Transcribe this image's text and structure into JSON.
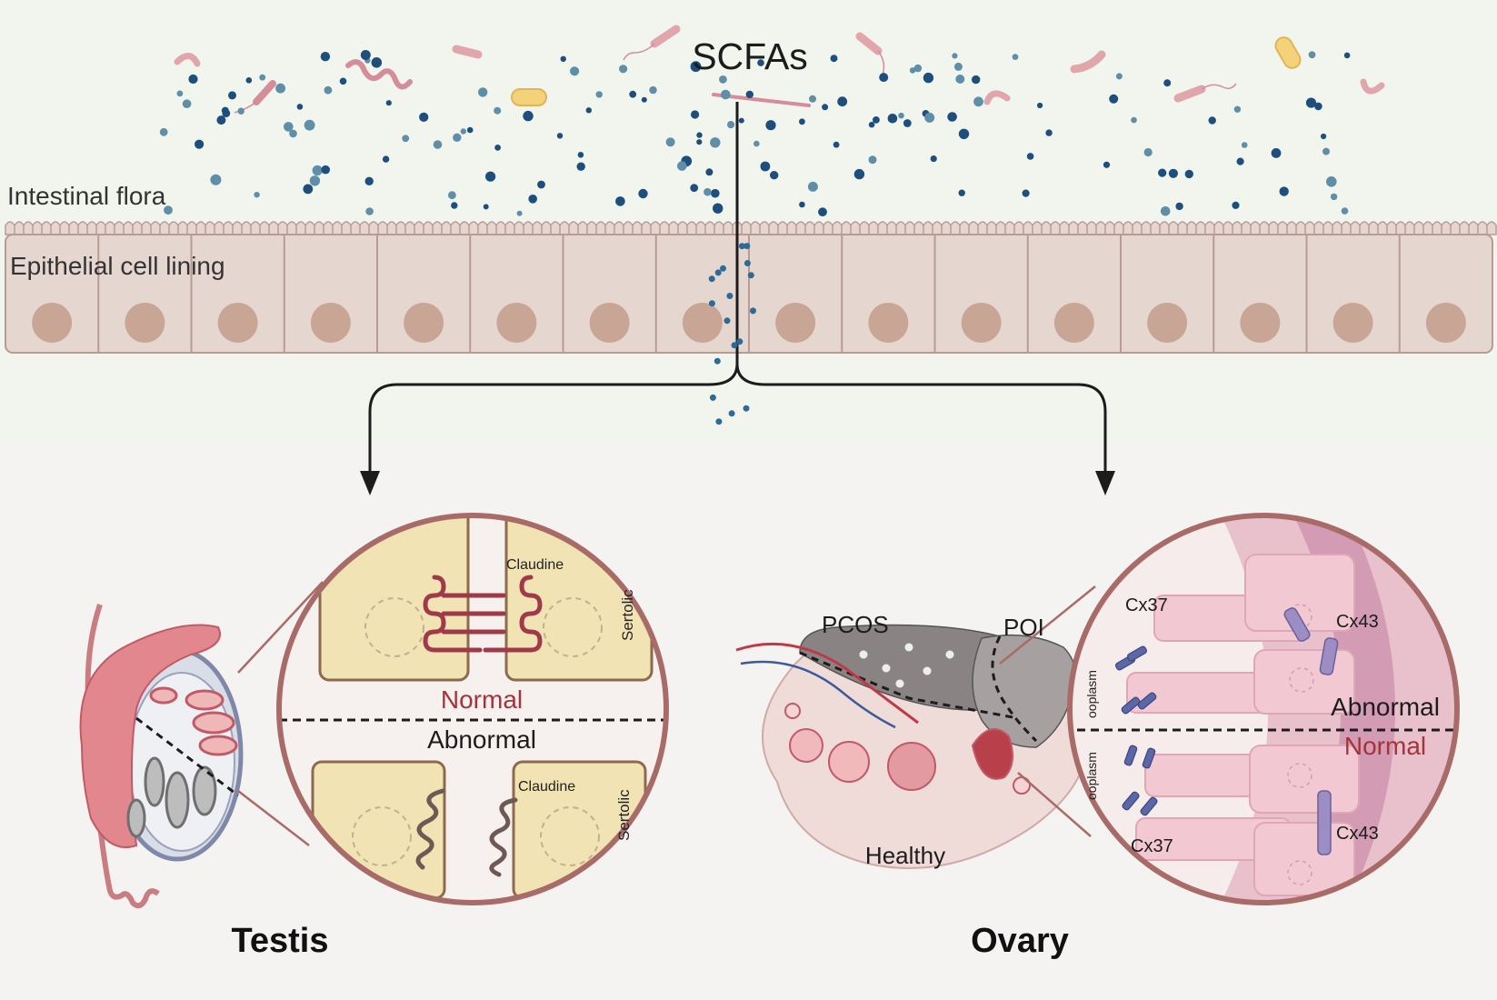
{
  "title": "SCFAs",
  "gut": {
    "flora_label": "Intestinal flora",
    "epithelium_label": "Epithelial cell lining"
  },
  "testis": {
    "label": "Testis",
    "claudine_top": "Claudine",
    "claudine_bottom": "Claudine",
    "sertolic_top": "Sertolic",
    "sertolic_bottom": "Sertolic",
    "normal": "Normal",
    "abnormal": "Abnormal"
  },
  "ovary": {
    "label": "Ovary",
    "pcos": "PCOS",
    "poi": "POI",
    "healthy": "Healthy",
    "cx37_top": "Cx37",
    "cx37_bottom": "Cx37",
    "cx43_top": "Cx43",
    "cx43_bottom": "Cx43",
    "ooplasm_top": "ooplasm",
    "ooplasm_bottom": "ooplasm",
    "abnormal": "Abnormal",
    "normal": "Normal"
  },
  "colors": {
    "normal_text": "#a3343c",
    "dark_text": "#1c1c1c",
    "gut_background": "#f2f4ee",
    "epithelial_cell": "#e6d6d0",
    "nucleus": "#c9a596",
    "scfa_dot": "#1e4f7c",
    "circle_border": "#a86b68",
    "sertoli_fill": "#f1e3b4",
    "claudin_normal": "#a03a4a",
    "claudin_abnormal": "#6e5a55",
    "connexin": "#5c67a8"
  }
}
